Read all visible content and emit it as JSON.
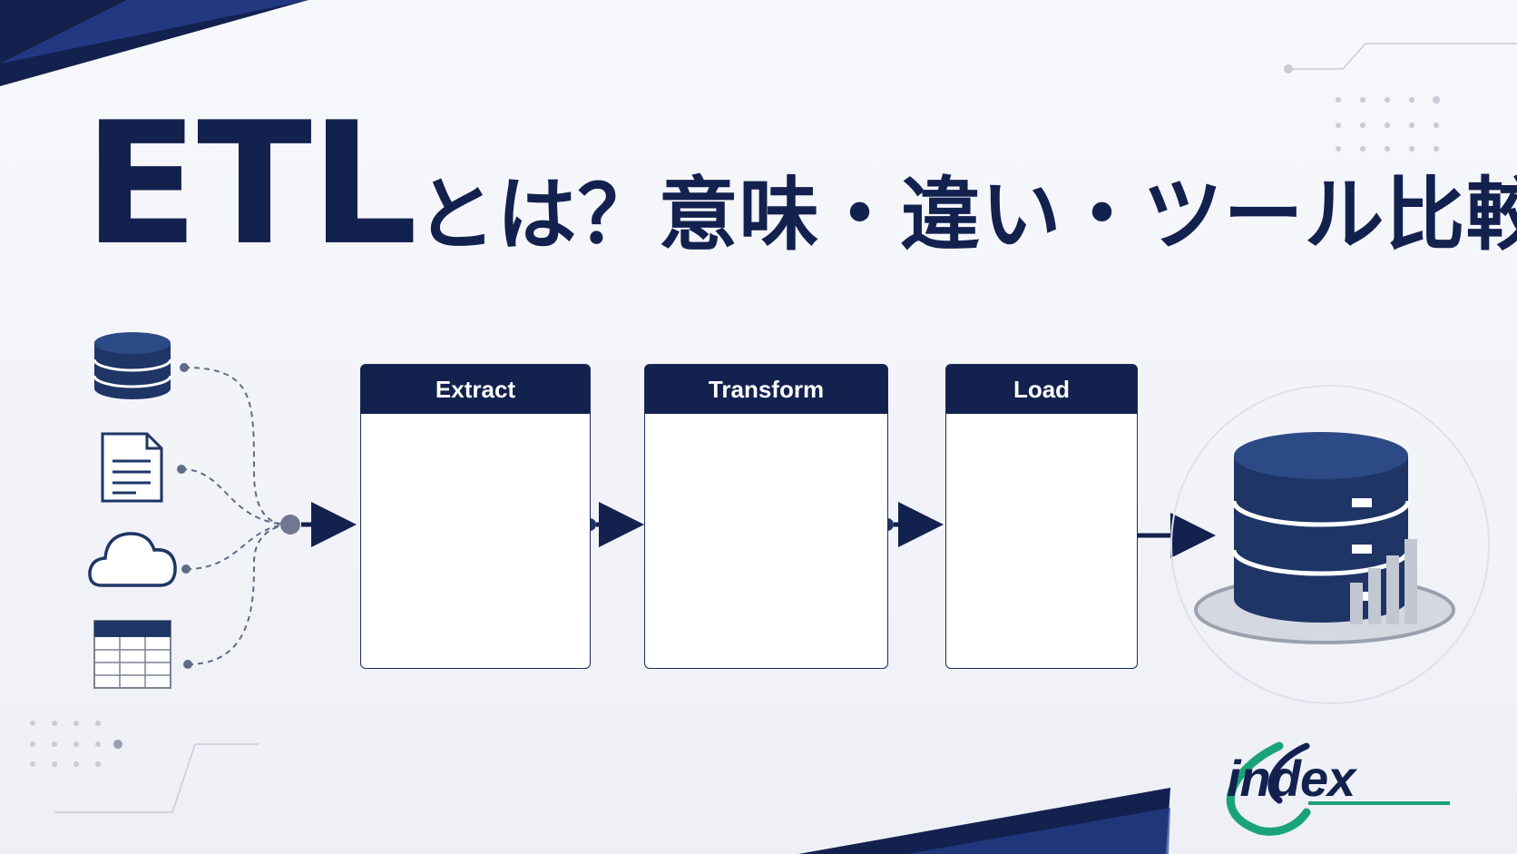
{
  "title": {
    "main": "ETL",
    "subtitle": "とは？意味・違い・ツール比較"
  },
  "stages": [
    {
      "label": "Extract"
    },
    {
      "label": "Transform"
    },
    {
      "label": "Load"
    }
  ],
  "sources": [
    "database-icon",
    "document-icon",
    "cloud-icon",
    "spreadsheet-icon"
  ],
  "target": "data-warehouse-icon",
  "logo": {
    "text": "index"
  },
  "colors": {
    "navy": "#13214f",
    "accent_green": "#1aa37a",
    "light_gray": "#b9bdc8"
  }
}
